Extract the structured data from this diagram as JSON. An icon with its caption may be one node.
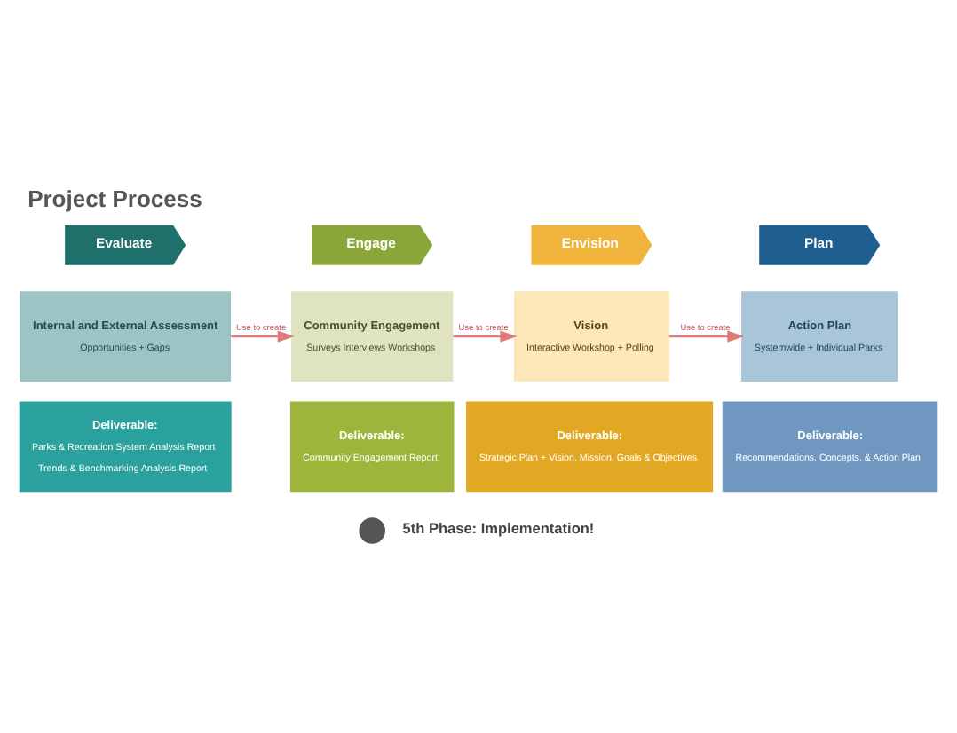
{
  "diagram": {
    "title": "Project Process",
    "nodes": [
      {
        "text": [
          "Evaluate"
        ]
      },
      {
        "text": [
          "Engage"
        ]
      },
      {
        "text": [
          "Envision"
        ]
      },
      {
        "text": [
          "Plan"
        ]
      },
      {
        "text": [
          "Internal and External Assessment",
          "Opportunities + Gaps"
        ]
      },
      {
        "text": [
          "Community Engagement",
          "Surveys Interviews Workshops"
        ]
      },
      {
        "text": [
          "Vision",
          "Interactive Workshop + Polling"
        ]
      },
      {
        "text": [
          "Action Plan",
          "Systemwide + Individual Parks"
        ]
      },
      {
        "text": [
          "Deliverable:",
          "Parks & Recreation System Analysis Report",
          "Trends & Benchmarking Analysis Report"
        ]
      },
      {
        "text": [
          "Deliverable:",
          "Community Engagement Report"
        ]
      },
      {
        "text": [
          "Deliverable:",
          "Strategic Plan + Vision, Mission, Goals & Objectives"
        ]
      },
      {
        "text": [
          "Deliverable:",
          "Recommendations, Concepts, & Action Plan"
        ]
      },
      {
        "text": [],
        "shape": "circle"
      }
    ],
    "edges": [
      {
        "from": 4,
        "to": 5,
        "arrow": "to",
        "label": "Use to create"
      },
      {
        "from": 5,
        "to": 6,
        "arrow": "to",
        "label": "Use to create"
      },
      {
        "from": 6,
        "to": 7,
        "arrow": "to",
        "label": "Use to create"
      }
    ],
    "labels": [
      "5th Phase: Implementation!"
    ]
  }
}
